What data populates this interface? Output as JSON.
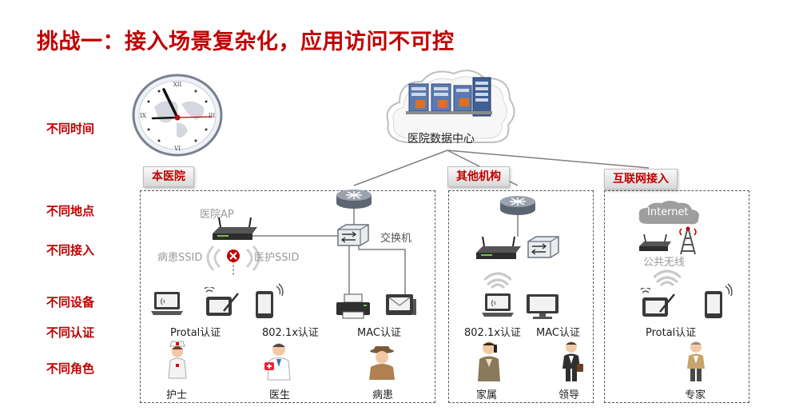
{
  "title": "挑战一：接入场景复杂化，应用访问不可控",
  "row_labels": [
    "不同时间",
    "不同地点",
    "不同接入",
    "不同设备",
    "不同认证",
    "不同角色"
  ],
  "datacenter": {
    "label": "医院数据中心"
  },
  "sections": {
    "hospital": {
      "tab": "本医院",
      "ap_label": "医院AP",
      "switch_label": "交换机",
      "ssid_patient": "病患SSID",
      "ssid_staff": "医护SSID",
      "auth": [
        "Protal认证",
        "802.1x认证",
        "MAC认证"
      ],
      "roles": [
        "护士",
        "医生",
        "病患"
      ]
    },
    "other": {
      "tab": "其他机构",
      "auth": [
        "802.1x认证",
        "MAC认证"
      ],
      "roles": [
        "家属",
        "领导"
      ]
    },
    "internet": {
      "tab": "互联网接入",
      "cloud_label": "Internet",
      "wifi_label": "公共无线",
      "auth": [
        "Protal认证"
      ],
      "roles": [
        "专家"
      ]
    }
  },
  "colors": {
    "accent": "#c00000",
    "device_dark": "#3a3a3a",
    "line": "#7f7f7f"
  }
}
